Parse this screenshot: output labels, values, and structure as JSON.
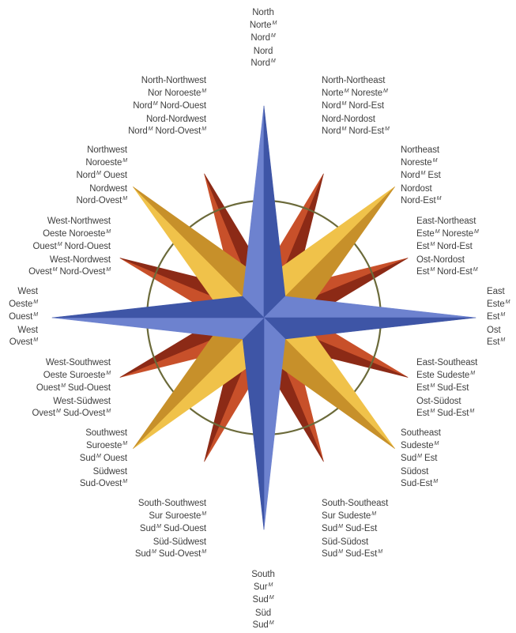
{
  "marker": "M",
  "labels": {
    "N": {
      "lines": [
        "North",
        "Norte|M",
        "Nord|M",
        "Nord",
        "Nord|M"
      ]
    },
    "NNE": {
      "lines": [
        "North-Northeast",
        "Norte|M Noreste|M",
        "Nord|M Nord-Est",
        "Nord-Nordost",
        "Nord|M Nord-Est|M"
      ]
    },
    "NE": {
      "lines": [
        "Northeast",
        "Noreste|M",
        "Nord|M Est",
        "Nordost",
        "Nord-Est|M"
      ]
    },
    "ENE": {
      "lines": [
        "East-Northeast",
        "Este|M Noreste|M",
        "Est|M Nord-Est",
        "Ost-Nordost",
        "Est|M Nord-Est|M"
      ]
    },
    "E": {
      "lines": [
        "East",
        "Este|M",
        "Est|M",
        "Ost",
        "Est|M"
      ]
    },
    "ESE": {
      "lines": [
        "East-Southeast",
        "Este Sudeste|M",
        "Est|M Sud-Est",
        "Ost-Südost",
        "Est|M Sud-Est|M"
      ]
    },
    "SE": {
      "lines": [
        "Southeast",
        "Sudeste|M",
        "Sud|M Est",
        "Südost",
        "Sud-Est|M"
      ]
    },
    "SSE": {
      "lines": [
        "South-Southeast",
        "Sur Sudeste|M",
        "Sud|M Sud-Est",
        "Süd-Südost",
        "Sud|M Sud-Est|M"
      ]
    },
    "S": {
      "lines": [
        "South",
        "Sur|M",
        "Sud|M",
        "Süd",
        "Sud|M"
      ]
    },
    "SSW": {
      "lines": [
        "South-Southwest",
        "Sur Suroeste|M",
        "Sud|M Sud-Ouest",
        "Süd-Südwest",
        "Sud|M Sud-Ovest|M"
      ]
    },
    "SW": {
      "lines": [
        "Southwest",
        "Suroeste|M",
        "Sud|M Ouest",
        "Südwest",
        "Sud-Ovest|M"
      ]
    },
    "WSW": {
      "lines": [
        "West-Southwest",
        "Oeste Suroeste|M",
        "Ouest|M Sud-Ouest",
        "West-Südwest",
        "Ovest|M Sud-Ovest|M"
      ]
    },
    "W": {
      "lines": [
        "West",
        "Oeste|M",
        "Ouest|M",
        "West",
        "Ovest|M"
      ]
    },
    "WNW": {
      "lines": [
        "West-Northwest",
        "Oeste Noroeste|M",
        "Ouest|M Nord-Ouest",
        "West-Nordwest",
        "Ovest|M Nord-Ovest|M"
      ]
    },
    "NW": {
      "lines": [
        "Northwest",
        "Noroeste|M",
        "Nord|M Ouest",
        "Nordwest",
        "Nord-Ovest|M"
      ]
    },
    "NNW": {
      "lines": [
        "North-Northwest",
        "Nor Noroeste|M",
        "Nord|M Nord-Ouest",
        "Nord-Nordwest",
        "Nord|M Nord-Ovest|M"
      ]
    }
  },
  "colors": {
    "cardinal_light": "#6d82cf",
    "cardinal_dark": "#3e55a6",
    "intercardinal_light": "#f0c24a",
    "intercardinal_dark": "#c7902a",
    "minor_light": "#c8502a",
    "minor_dark": "#8c2a16",
    "ring": "#6b6a3a",
    "text": "#3f3f3f"
  }
}
